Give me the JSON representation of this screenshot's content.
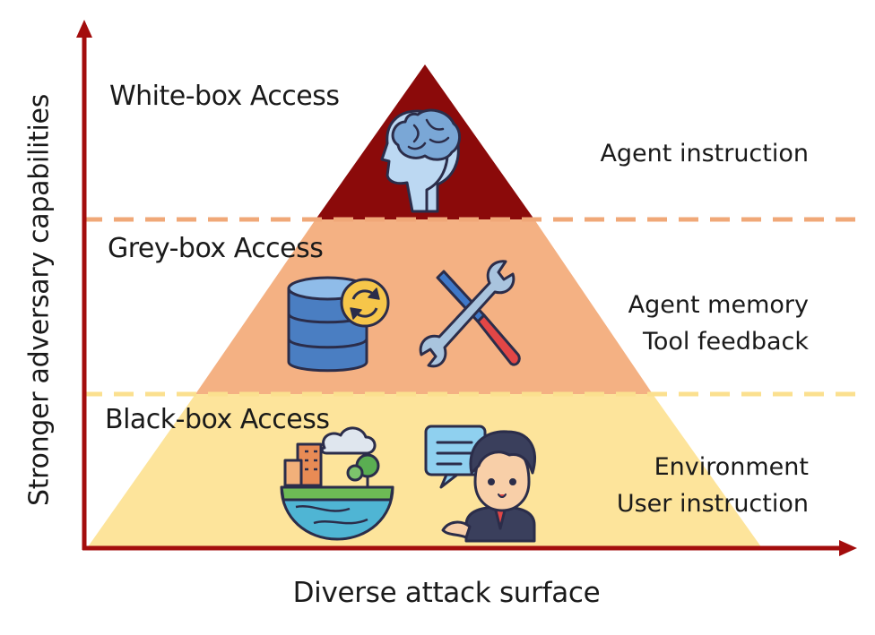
{
  "axes": {
    "y_label": "Stronger adversary capabilities",
    "x_label": "Diverse attack surface"
  },
  "tiers": {
    "white_box": {
      "title": "White-box Access",
      "surface": "Agent instruction",
      "icons": [
        "brain-head-icon"
      ]
    },
    "grey_box": {
      "title": "Grey-box Access",
      "surface_line1": "Agent memory",
      "surface_line2": "Tool feedback",
      "icons": [
        "database-sync-icon",
        "wrench-screwdriver-icon"
      ]
    },
    "black_box": {
      "title": "Black-box Access",
      "surface_line1": "Environment",
      "surface_line2": "User instruction",
      "icons": [
        "earth-city-icon",
        "person-speech-icon"
      ]
    }
  },
  "colors": {
    "axis": "#a30d0d",
    "white_box_fill": "#8b0a0a",
    "grey_box_fill": "#f4b183",
    "black_box_fill": "#fde49b",
    "grey_divider": "#f0a878",
    "black_divider": "#fbe08f"
  }
}
